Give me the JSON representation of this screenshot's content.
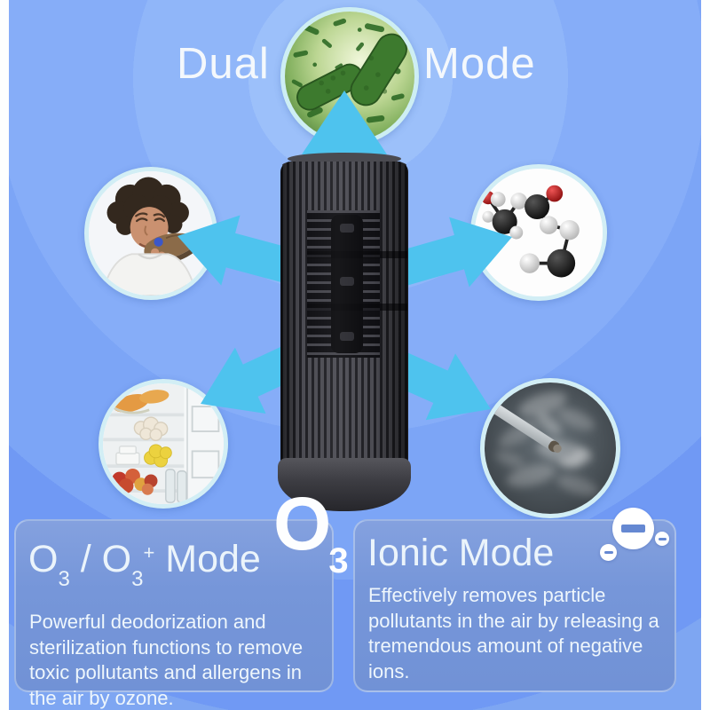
{
  "title": {
    "word_left": "Dual",
    "word_right": "Mode"
  },
  "ozone_panel": {
    "heading": {
      "o1": "O",
      "sub1": "3",
      "separator": " / ",
      "o2": "O",
      "sub2": "3",
      "sup2": "+",
      "suffix": " Mode"
    },
    "symbol": {
      "letter": "O",
      "subscript": "3"
    },
    "body": "Powerful deodorization and sterilization functions to remove toxic pollutants and allergens in the air by ozone."
  },
  "ionic_panel": {
    "heading": "Ionic Mode",
    "body": "Effectively removes particle pollutants in the air by releasing a tremendous amount of negative ions."
  },
  "icons": {
    "bacteria_photo": "bacteria-microbes",
    "odor_photo": "child-smelling-shoe",
    "molecule_photo": "pollutant-molecules",
    "fridge_photo": "refrigerator-food",
    "smoke_photo": "cigarette-smoke",
    "negative_ion": "minus-circle"
  },
  "colors": {
    "background_blue": "#7aa3f6",
    "arrow_cyan": "#29abe2",
    "panel_blue": "#7596d9",
    "circle_ring": "#d2eef5",
    "title_text": "#f4f8fc"
  }
}
